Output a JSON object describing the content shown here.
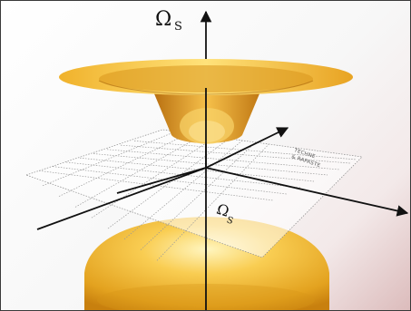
{
  "labels": {
    "axis_label_main": "Ω",
    "axis_label_main_sub": "S",
    "plane_label": "Ω",
    "plane_label_sub": "S",
    "plane_text_line1": "TECHNE",
    "plane_text_line2": "& RAPASTE"
  },
  "colors": {
    "shape_gold": "#f2b52a",
    "shape_dark": "#a96a12",
    "axes": "#111111",
    "grid": "#9a9a9a"
  }
}
